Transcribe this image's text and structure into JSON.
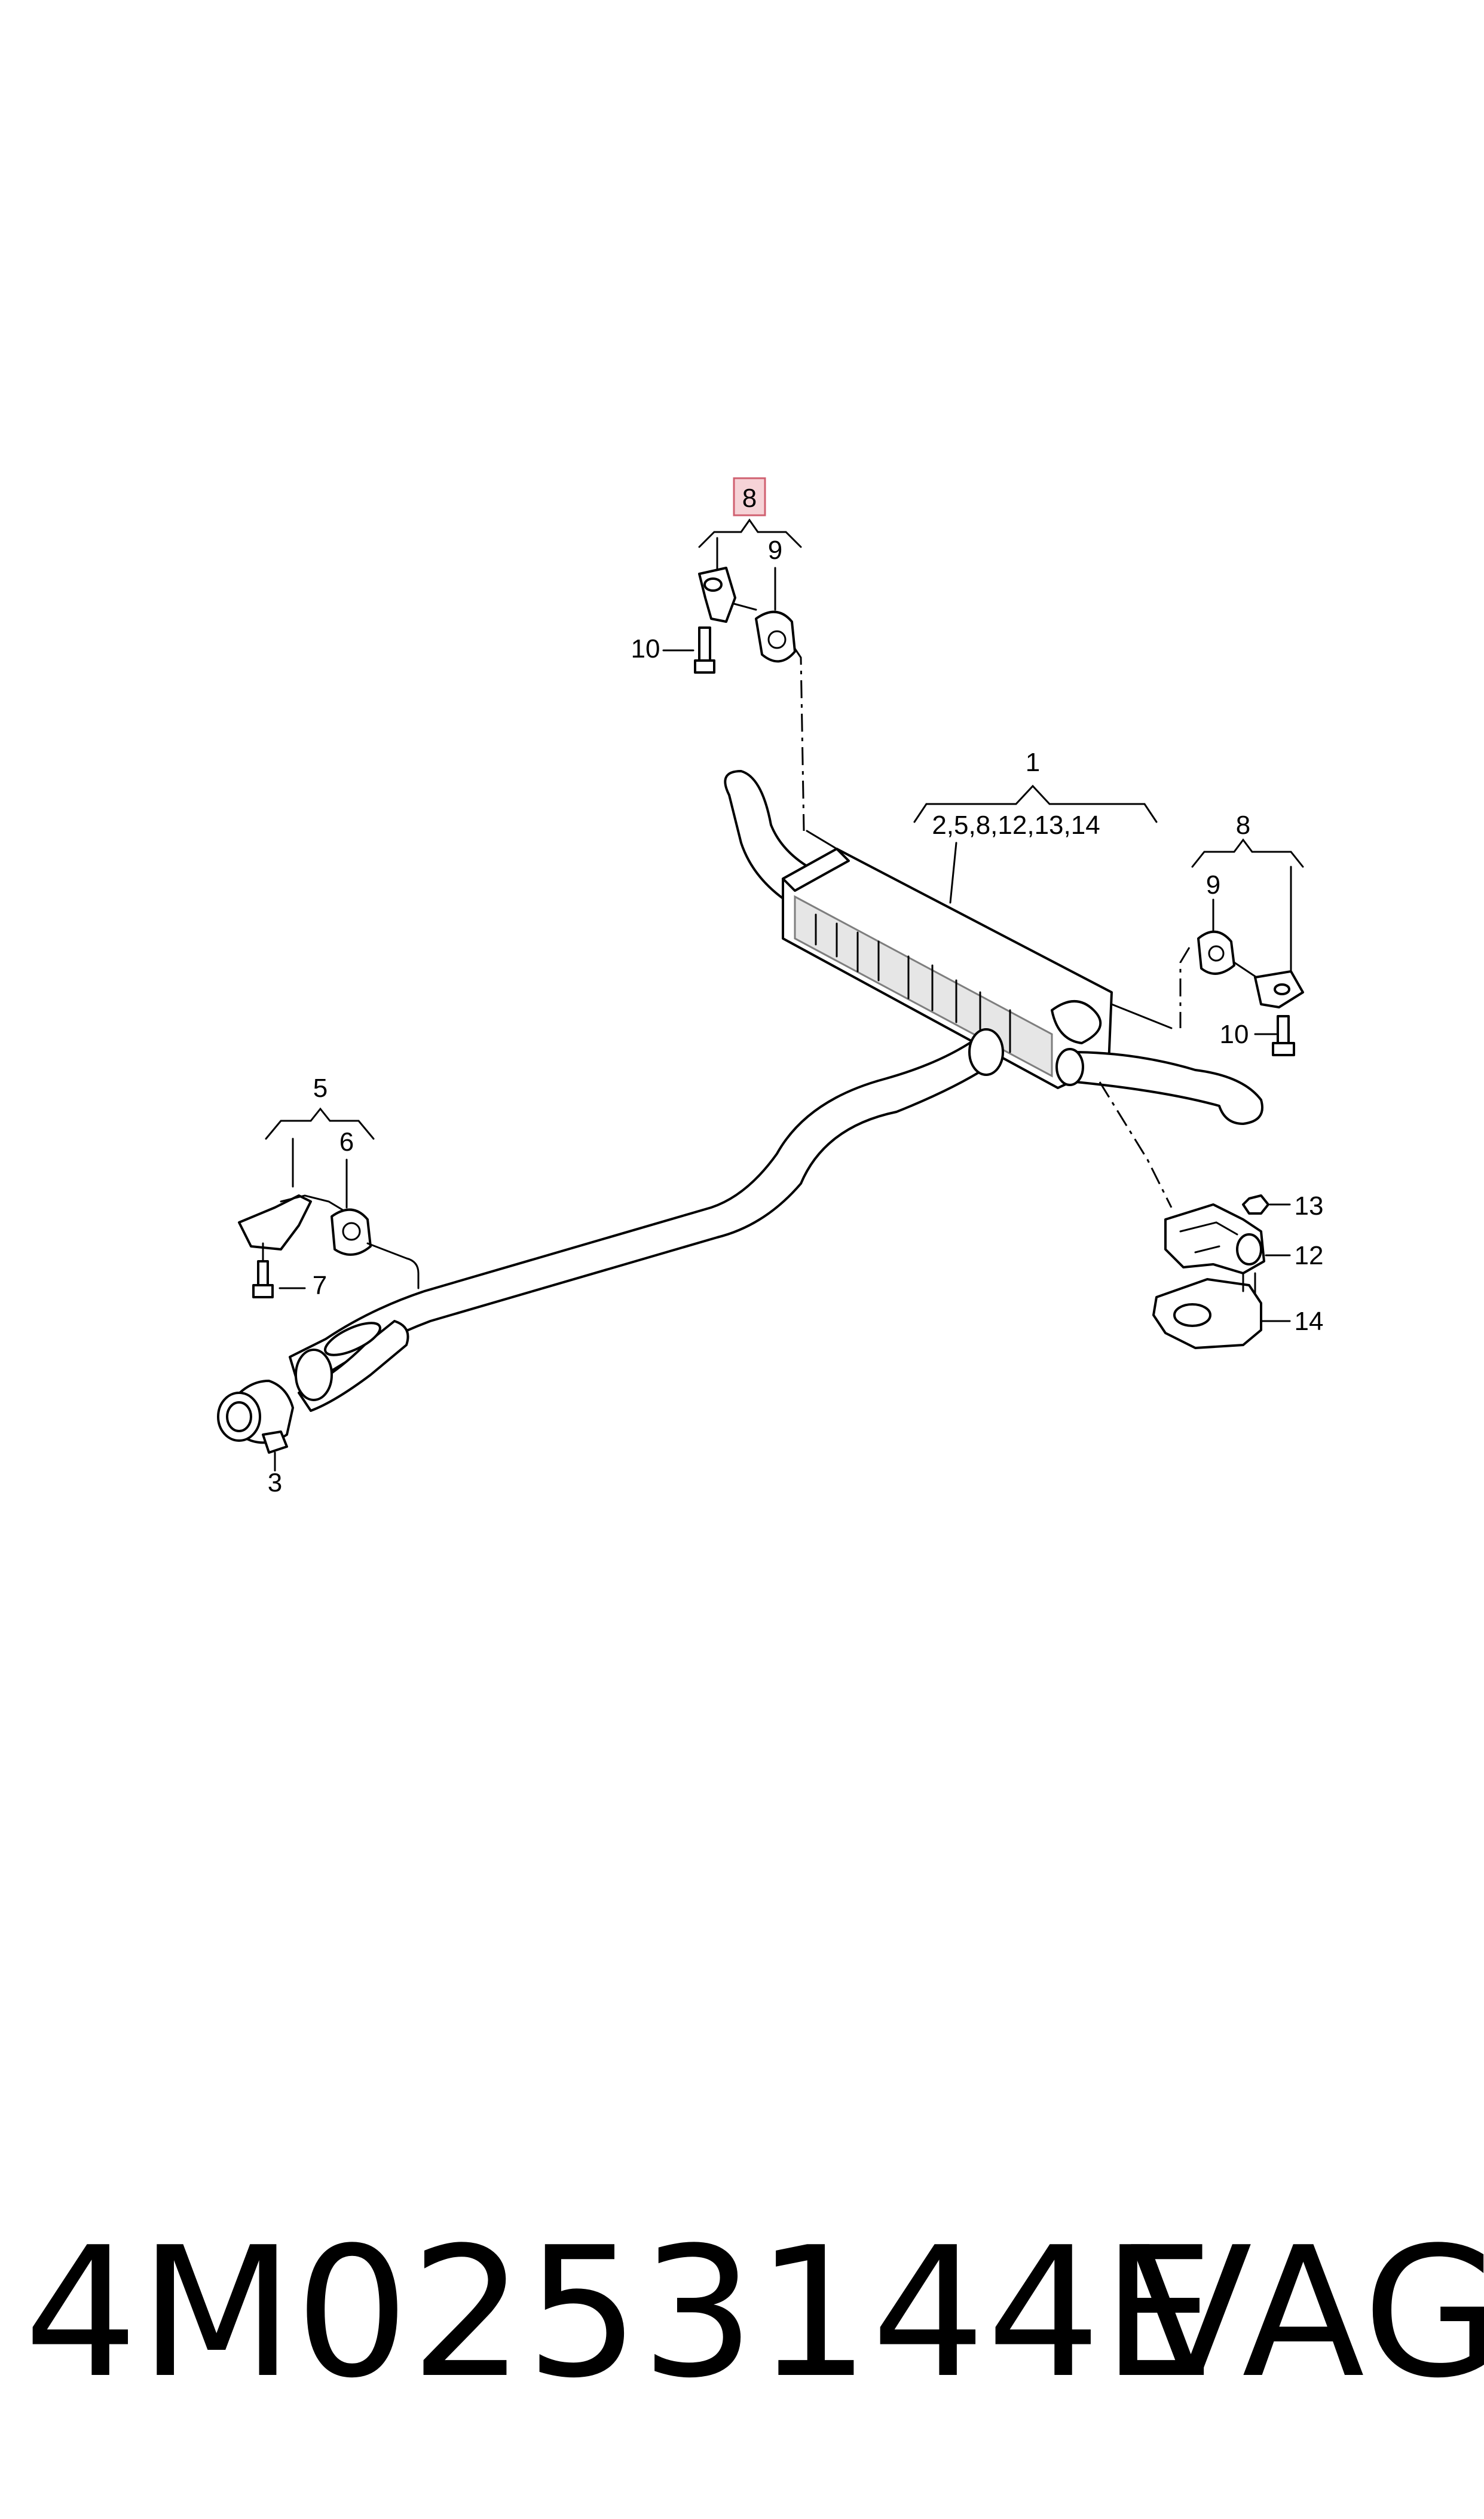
{
  "callouts": {
    "c1": "1",
    "c1_sub": "2,5,8,12,13,14",
    "c3": "3",
    "c5": "5",
    "c6": "6",
    "c7": "7",
    "c8_top": "8",
    "c8_right": "8",
    "c9_top": "9",
    "c9_right": "9",
    "c10_top": "10",
    "c10_right": "10",
    "c12": "12",
    "c13": "13",
    "c14": "14"
  },
  "highlight_color": "#e8a0a8",
  "footer": {
    "part_number": "4M0253144E",
    "brand": "VAG"
  }
}
